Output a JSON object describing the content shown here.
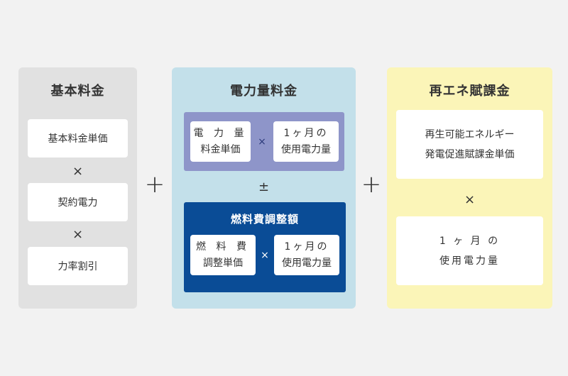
{
  "colors": {
    "background": "#f2f2f2",
    "basic_panel": "#e1e1e1",
    "energy_panel": "#c3e0ea",
    "energy_sub": "#8e95c9",
    "fuel_box": "#0a4c96",
    "renew_panel": "#fbf5b8"
  },
  "basic": {
    "title": "基本料金",
    "items": [
      "基本料金単価",
      "契約電力",
      "力率割引"
    ],
    "times": "×"
  },
  "plus": "+",
  "energy": {
    "title": "電力量料金",
    "unit_price": {
      "line1": "電 力 量",
      "line2": "料金単価"
    },
    "usage": {
      "line1": "1ヶ月の",
      "line2": "使用電力量"
    },
    "times": "×",
    "plusminus": "±",
    "fuel": {
      "title": "燃料費調整額",
      "unit_price": {
        "line1": "燃 料 費",
        "line2": "調整単価"
      },
      "usage": {
        "line1": "1ヶ月の",
        "line2": "使用電力量"
      },
      "times": "×"
    }
  },
  "renewable": {
    "title": "再エネ賦課金",
    "unit_price": {
      "line1": "再生可能エネルギー",
      "line2": "発電促進賦課金単価"
    },
    "times": "×",
    "usage": {
      "line1": "1 ヶ 月 の",
      "line2": "使用電力量"
    }
  }
}
